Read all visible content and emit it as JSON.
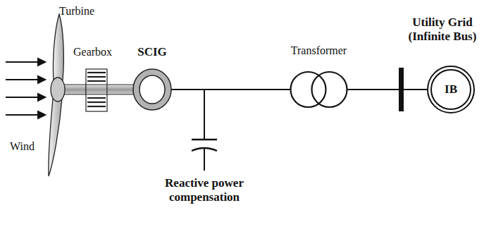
{
  "diagram": {
    "nodes": [
      {
        "text": [
          "SCIG"
        ]
      },
      {
        "text": [
          "Transformer"
        ]
      },
      {
        "text": [
          "Utility Grid (Infinite Bus)",
          "IB"
        ]
      }
    ],
    "edges": [
      {
        "from": 0,
        "to": 1,
        "arrow": "none"
      },
      {
        "from": 1,
        "to": 2,
        "arrow": "none"
      }
    ],
    "labels": [
      "Turbine",
      "Gearbox",
      "Wind",
      "Reactive power compensation"
    ]
  }
}
